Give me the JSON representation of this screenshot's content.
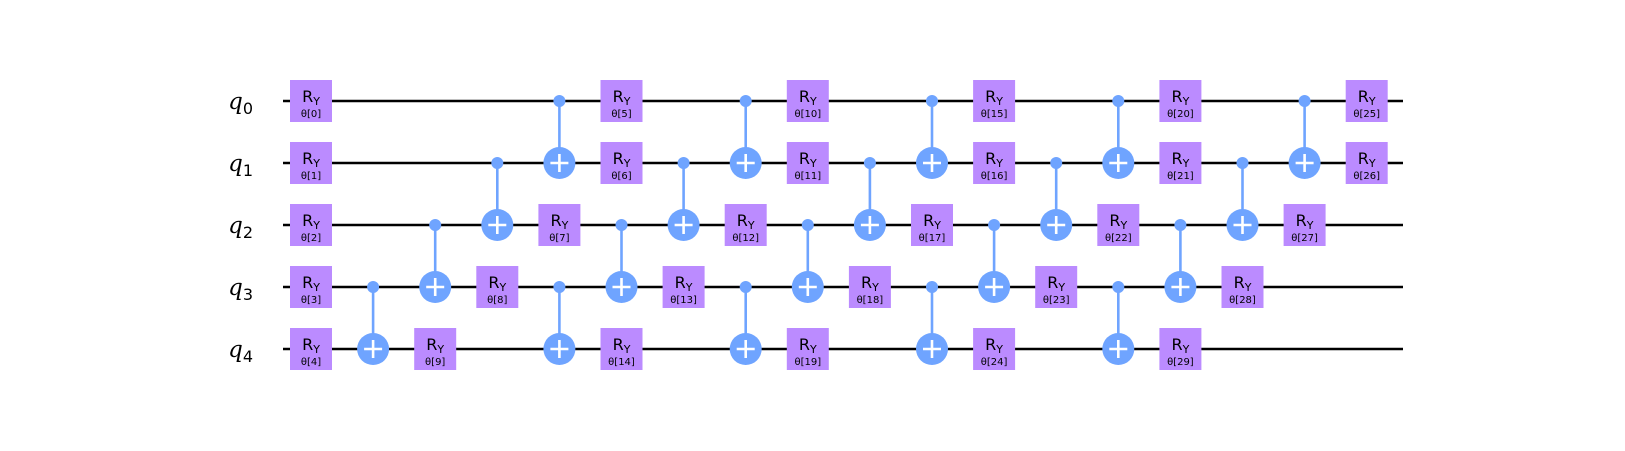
{
  "qubits": [
    {
      "letter": "q",
      "index": "0"
    },
    {
      "letter": "q",
      "index": "1"
    },
    {
      "letter": "q",
      "index": "2"
    },
    {
      "letter": "q",
      "index": "3"
    },
    {
      "letter": "q",
      "index": "4"
    }
  ],
  "gate_name": {
    "base": "R",
    "sub": "Y"
  },
  "colors": {
    "gate_fill": "#bb8bff",
    "cx_color": "#6fa4ff",
    "wire": "#000000"
  },
  "operations": [
    {
      "type": "ry",
      "q": 0,
      "step": 0,
      "param": "θ[0]"
    },
    {
      "type": "ry",
      "q": 1,
      "step": 0,
      "param": "θ[1]"
    },
    {
      "type": "ry",
      "q": 2,
      "step": 0,
      "param": "θ[2]"
    },
    {
      "type": "ry",
      "q": 3,
      "step": 0,
      "param": "θ[3]"
    },
    {
      "type": "ry",
      "q": 4,
      "step": 0,
      "param": "θ[4]"
    },
    {
      "type": "cx",
      "control": 3,
      "target": 4,
      "step": 1
    },
    {
      "type": "ry",
      "q": 4,
      "step": 2,
      "param": "θ[9]"
    },
    {
      "type": "cx",
      "control": 2,
      "target": 3,
      "step": 2
    },
    {
      "type": "ry",
      "q": 3,
      "step": 3,
      "param": "θ[8]"
    },
    {
      "type": "cx",
      "control": 1,
      "target": 2,
      "step": 3
    },
    {
      "type": "cx",
      "control": 0,
      "target": 1,
      "step": 4
    },
    {
      "type": "ry",
      "q": 2,
      "step": 4,
      "param": "θ[7]"
    },
    {
      "type": "cx",
      "control": 3,
      "target": 4,
      "step": 4
    },
    {
      "type": "ry",
      "q": 0,
      "step": 5,
      "param": "θ[5]"
    },
    {
      "type": "ry",
      "q": 1,
      "step": 5,
      "param": "θ[6]"
    },
    {
      "type": "cx",
      "control": 2,
      "target": 3,
      "step": 5
    },
    {
      "type": "ry",
      "q": 4,
      "step": 5,
      "param": "θ[14]"
    },
    {
      "type": "cx",
      "control": 1,
      "target": 2,
      "step": 6
    },
    {
      "type": "ry",
      "q": 3,
      "step": 6,
      "param": "θ[13]"
    },
    {
      "type": "cx",
      "control": 0,
      "target": 1,
      "step": 7
    },
    {
      "type": "ry",
      "q": 2,
      "step": 7,
      "param": "θ[12]"
    },
    {
      "type": "cx",
      "control": 3,
      "target": 4,
      "step": 7
    },
    {
      "type": "ry",
      "q": 0,
      "step": 8,
      "param": "θ[10]"
    },
    {
      "type": "ry",
      "q": 1,
      "step": 8,
      "param": "θ[11]"
    },
    {
      "type": "cx",
      "control": 2,
      "target": 3,
      "step": 8
    },
    {
      "type": "ry",
      "q": 4,
      "step": 8,
      "param": "θ[19]"
    },
    {
      "type": "cx",
      "control": 1,
      "target": 2,
      "step": 9
    },
    {
      "type": "ry",
      "q": 3,
      "step": 9,
      "param": "θ[18]"
    },
    {
      "type": "cx",
      "control": 0,
      "target": 1,
      "step": 10
    },
    {
      "type": "ry",
      "q": 2,
      "step": 10,
      "param": "θ[17]"
    },
    {
      "type": "cx",
      "control": 3,
      "target": 4,
      "step": 10
    },
    {
      "type": "ry",
      "q": 0,
      "step": 11,
      "param": "θ[15]"
    },
    {
      "type": "ry",
      "q": 1,
      "step": 11,
      "param": "θ[16]"
    },
    {
      "type": "cx",
      "control": 2,
      "target": 3,
      "step": 11
    },
    {
      "type": "ry",
      "q": 4,
      "step": 11,
      "param": "θ[24]"
    },
    {
      "type": "cx",
      "control": 1,
      "target": 2,
      "step": 12
    },
    {
      "type": "ry",
      "q": 3,
      "step": 12,
      "param": "θ[23]"
    },
    {
      "type": "cx",
      "control": 0,
      "target": 1,
      "step": 13
    },
    {
      "type": "ry",
      "q": 2,
      "step": 13,
      "param": "θ[22]"
    },
    {
      "type": "cx",
      "control": 3,
      "target": 4,
      "step": 13
    },
    {
      "type": "ry",
      "q": 0,
      "step": 14,
      "param": "θ[20]"
    },
    {
      "type": "ry",
      "q": 1,
      "step": 14,
      "param": "θ[21]"
    },
    {
      "type": "cx",
      "control": 2,
      "target": 3,
      "step": 14
    },
    {
      "type": "ry",
      "q": 4,
      "step": 14,
      "param": "θ[29]"
    },
    {
      "type": "cx",
      "control": 1,
      "target": 2,
      "step": 15
    },
    {
      "type": "ry",
      "q": 3,
      "step": 15,
      "param": "θ[28]"
    },
    {
      "type": "cx",
      "control": 0,
      "target": 1,
      "step": 16
    },
    {
      "type": "ry",
      "q": 2,
      "step": 16,
      "param": "θ[27]"
    },
    {
      "type": "ry",
      "q": 0,
      "step": 17,
      "param": "θ[25]"
    },
    {
      "type": "ry",
      "q": 1,
      "step": 17,
      "param": "θ[26]"
    }
  ]
}
